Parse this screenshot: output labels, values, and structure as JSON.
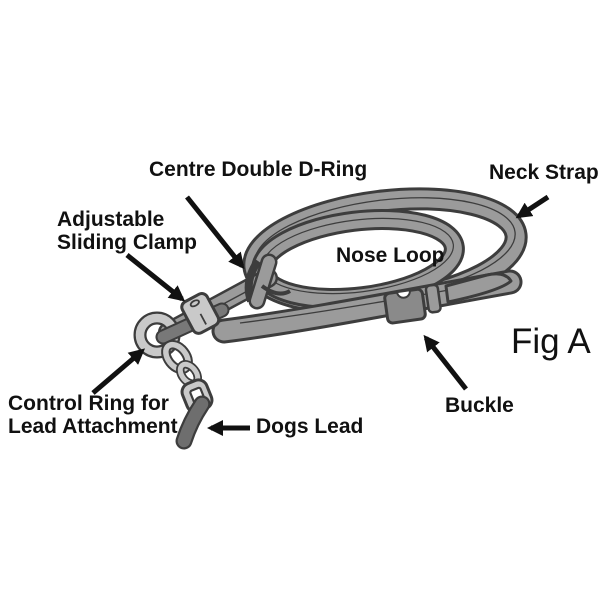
{
  "figure_label": "Fig A",
  "diagram": {
    "subject": "Dog head collar (halter) labelled parts diagram",
    "labels": {
      "centre_d_ring": "Centre Double D-Ring",
      "neck_strap": "Neck Strap",
      "sliding_clamp": [
        "Adjustable",
        "Sliding Clamp"
      ],
      "nose_loop": "Nose Loop",
      "control_ring": [
        "Control Ring for",
        "Lead Attachment"
      ],
      "dogs_lead": "Dogs Lead",
      "buckle": "Buckle"
    },
    "colors": {
      "background": "#ffffff",
      "strap_fill": "#9b9b9b",
      "strap_outline": "#3d3d3d",
      "hardware_fill": "#c9c9c9",
      "buckle_fill": "#8a8a8a",
      "dark_fold": "#787878",
      "lead_fill": "#6e6e6e",
      "text_and_arrows": "#111111"
    }
  }
}
